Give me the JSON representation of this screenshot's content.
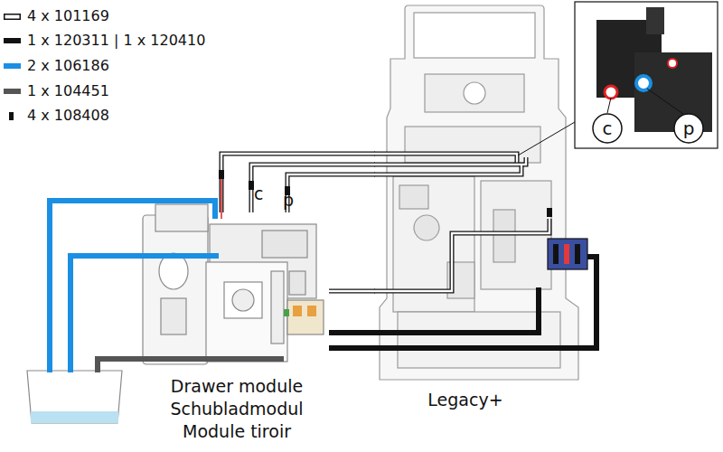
{
  "diagram": {
    "nodes": [
      {
        "text": [
          "Drawer module",
          "Schubladmodul",
          "Module tiroir"
        ]
      },
      {
        "text": [
          "Legacy+"
        ]
      },
      {
        "text": [
          "c"
        ]
      },
      {
        "text": [
          "p"
        ]
      }
    ],
    "edges": [
      {
        "from": 0,
        "to": 1,
        "arrow": "none"
      },
      {
        "from": 0,
        "to": 1,
        "arrow": "none"
      },
      {
        "from": 0,
        "to": 1,
        "arrow": "none"
      },
      {
        "from": 0,
        "to": 1,
        "arrow": "none"
      },
      {
        "from": 0,
        "to": 1,
        "arrow": "none"
      },
      {
        "from": 0,
        "to": 1,
        "arrow": "none"
      }
    ],
    "labels": [
      "c",
      "p"
    ],
    "legend": [
      {
        "text": "4 x 101169"
      },
      {
        "text": "1 x 120311 | 1 x 120410",
        "color": "#111111"
      },
      {
        "text": "2 x 106186",
        "color": "#1a8fe3"
      },
      {
        "text": "1 x 104451",
        "color": "#555555"
      },
      {
        "text": "4 x 108408",
        "color": "#111111"
      }
    ]
  }
}
